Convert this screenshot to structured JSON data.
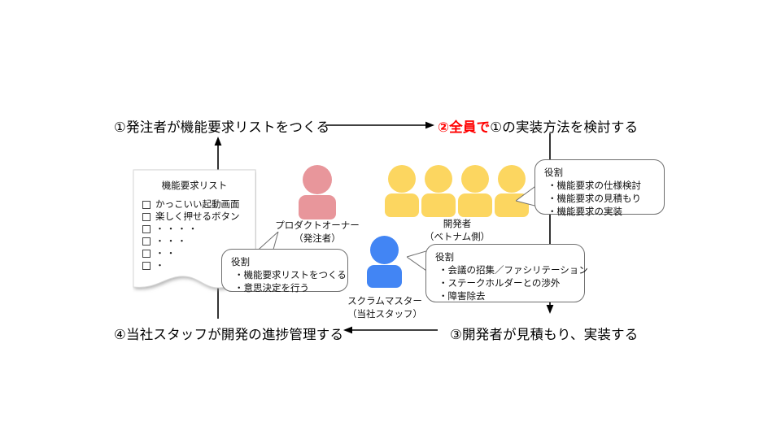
{
  "diagram": {
    "steps": {
      "step1": {
        "text": "①発注者が機能要求リストをつくる"
      },
      "step2": {
        "highlight": "②全員で",
        "rest": "①の実装方法を検討する",
        "highlight_color": "#ff0000"
      },
      "step3": {
        "text": "③開発者が見積もり、実装する"
      },
      "step4": {
        "text": "④当社スタッフが開発の進捗管理する"
      }
    },
    "document": {
      "title": "機能要求リスト",
      "items": [
        "かっこいい起動画面",
        "楽しく押せるボタン",
        "・・・・",
        "・・・",
        "・・",
        "・"
      ]
    },
    "actors": {
      "product_owner": {
        "label_line1": "プロダクトオーナー",
        "label_line2": "（発注者）",
        "color": "#e8969b"
      },
      "developers": {
        "label_line1": "開発者",
        "label_line2": "（ベトナム側）",
        "color": "#fcd660",
        "count": 4
      },
      "scrum_master": {
        "label_line1": "スクラムマスター",
        "label_line2": "（当社スタッフ）",
        "color": "#4285f4"
      }
    },
    "balloons": {
      "product_owner_role": {
        "title": "役割",
        "items": [
          "・機能要求リストをつくる",
          "・意思決定を行う"
        ]
      },
      "developers_role": {
        "title": "役割",
        "items": [
          "・機能要求の仕様検討",
          "・機能要求の見積もり",
          "・機能要求の実装"
        ]
      },
      "scrum_master_role": {
        "title": "役割",
        "items": [
          "・会議の招集／ファシリテーション",
          "・ステークホルダーとの渉外",
          "・障害除去"
        ]
      }
    }
  }
}
